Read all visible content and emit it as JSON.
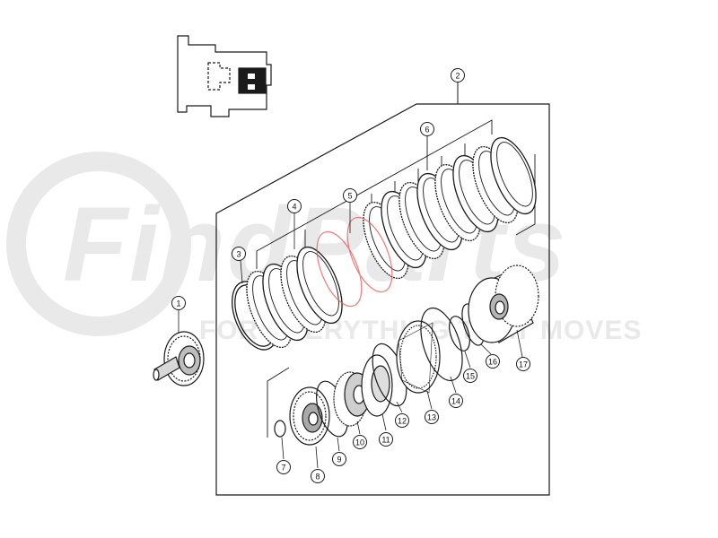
{
  "watermark": {
    "brand": "FindParts",
    "tagline": "FOR EVERYTHING THAT MOVES"
  },
  "colors": {
    "line": "#1a1a1a",
    "watermark": "#e9e9e9",
    "highlight": "#e25c5c"
  },
  "callouts": [
    {
      "label": "1"
    },
    {
      "label": "2"
    },
    {
      "label": "3"
    },
    {
      "label": "4"
    },
    {
      "label": "5"
    },
    {
      "label": "6"
    },
    {
      "label": "7"
    },
    {
      "label": "8"
    },
    {
      "label": "9"
    },
    {
      "label": "10"
    },
    {
      "label": "11"
    },
    {
      "label": "12"
    },
    {
      "label": "13"
    },
    {
      "label": "14"
    },
    {
      "label": "15"
    },
    {
      "label": "16"
    },
    {
      "label": "17"
    }
  ]
}
